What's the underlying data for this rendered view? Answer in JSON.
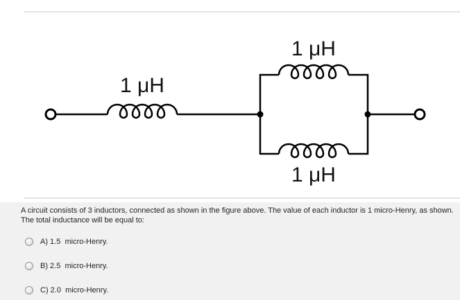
{
  "circuit": {
    "labels": {
      "series": "1 μH",
      "parallel_top": "1 μH",
      "parallel_bottom": "1 μH"
    },
    "line_color": "#000000"
  },
  "question": {
    "line1": "A circuit consists of 3 inductors, connected as shown in the figure above. The value of each inductor is 1 micro-Henry, as shown.",
    "line2": "The total inductance will be equal to:",
    "options": [
      {
        "label": "A) 1.5  micro-Henry."
      },
      {
        "label": "B) 2.5  micro-Henry."
      },
      {
        "label": "C) 2.0  micro-Henry."
      }
    ]
  }
}
